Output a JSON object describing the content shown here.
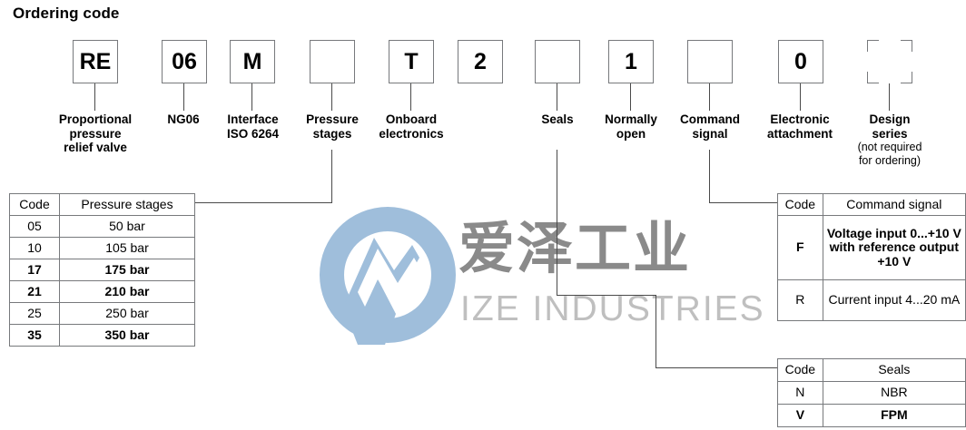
{
  "title": "Ordering code",
  "colors": {
    "box_border": "#77797c",
    "line": "#4a4a4a",
    "table_border": "#77797c",
    "watermark_blue": "#9FBEDB",
    "watermark_gray": "#8a8a8a",
    "watermark_light_gray": "#bfbfbf"
  },
  "code_boxes": [
    {
      "value": "RE",
      "label": "Proportional\npressure\nrelief valve",
      "dashed": false
    },
    {
      "value": "06",
      "label": "NG06",
      "dashed": false
    },
    {
      "value": "M",
      "label": "Interface\nISO 6264",
      "dashed": false
    },
    {
      "value": "",
      "label": "Pressure\nstages",
      "dashed": false
    },
    {
      "value": "T",
      "label": "Onboard\nelectronics",
      "dashed": false
    },
    {
      "value": "2",
      "label": "",
      "dashed": false
    },
    {
      "value": "",
      "label": "Seals",
      "dashed": false
    },
    {
      "value": "1",
      "label": "Normally\nopen",
      "dashed": false
    },
    {
      "value": "",
      "label": "Command\nsignal",
      "dashed": false
    },
    {
      "value": "0",
      "label": "Electronic\nattachment",
      "dashed": false
    },
    {
      "value": "",
      "label": "Design\nseries",
      "note": "(not required\nfor ordering)",
      "dashed": true
    }
  ],
  "labels": {
    "proportional_pressure_relief_valve": "Proportional<br>pressure<br>relief valve",
    "ng06": "NG06",
    "interface_iso": "Interface<br>ISO 6264",
    "pressure_stages": "Pressure<br>stages",
    "onboard_electronics": "Onboard<br>electronics",
    "seals": "Seals",
    "normally_open": "Normally<br>open",
    "command_signal": "Command<br>signal",
    "electronic_attachment": "Electronic<br>attachment",
    "design_series": "Design<br>series",
    "design_series_note": "(not required<br>for ordering)"
  },
  "box_values": {
    "b1": "RE",
    "b2": "06",
    "b3": "M",
    "b4": "",
    "b5": "T",
    "b6": "2",
    "b7": "",
    "b8": "1",
    "b9": "",
    "b10": "0",
    "b11": ""
  },
  "tables": {
    "pressure_stages": {
      "headers": [
        "Code",
        "Pressure stages"
      ],
      "rows": [
        {
          "code": "05",
          "value": "50 bar",
          "bold": false
        },
        {
          "code": "10",
          "value": "105 bar",
          "bold": false
        },
        {
          "code": "17",
          "value": "175 bar",
          "bold": true
        },
        {
          "code": "21",
          "value": "210 bar",
          "bold": true
        },
        {
          "code": "25",
          "value": "250 bar",
          "bold": false
        },
        {
          "code": "35",
          "value": "350 bar",
          "bold": true
        }
      ]
    },
    "command_signal": {
      "headers": [
        "Code",
        "Command signal"
      ],
      "rows": [
        {
          "code": "F",
          "value": "Voltage input 0...+10 V with reference output +10 V",
          "bold": true
        },
        {
          "code": "R",
          "value": "Current input 4...20 mA",
          "bold": false
        }
      ]
    },
    "seals": {
      "headers": [
        "Code",
        "Seals"
      ],
      "rows": [
        {
          "code": "N",
          "value": "NBR",
          "bold": false
        },
        {
          "code": "V",
          "value": "FPM",
          "bold": true
        }
      ]
    }
  },
  "watermark": {
    "chinese": "爱泽工业",
    "english": "IZE INDUSTRIES",
    "logo_icon": "ize-circle-logo"
  }
}
